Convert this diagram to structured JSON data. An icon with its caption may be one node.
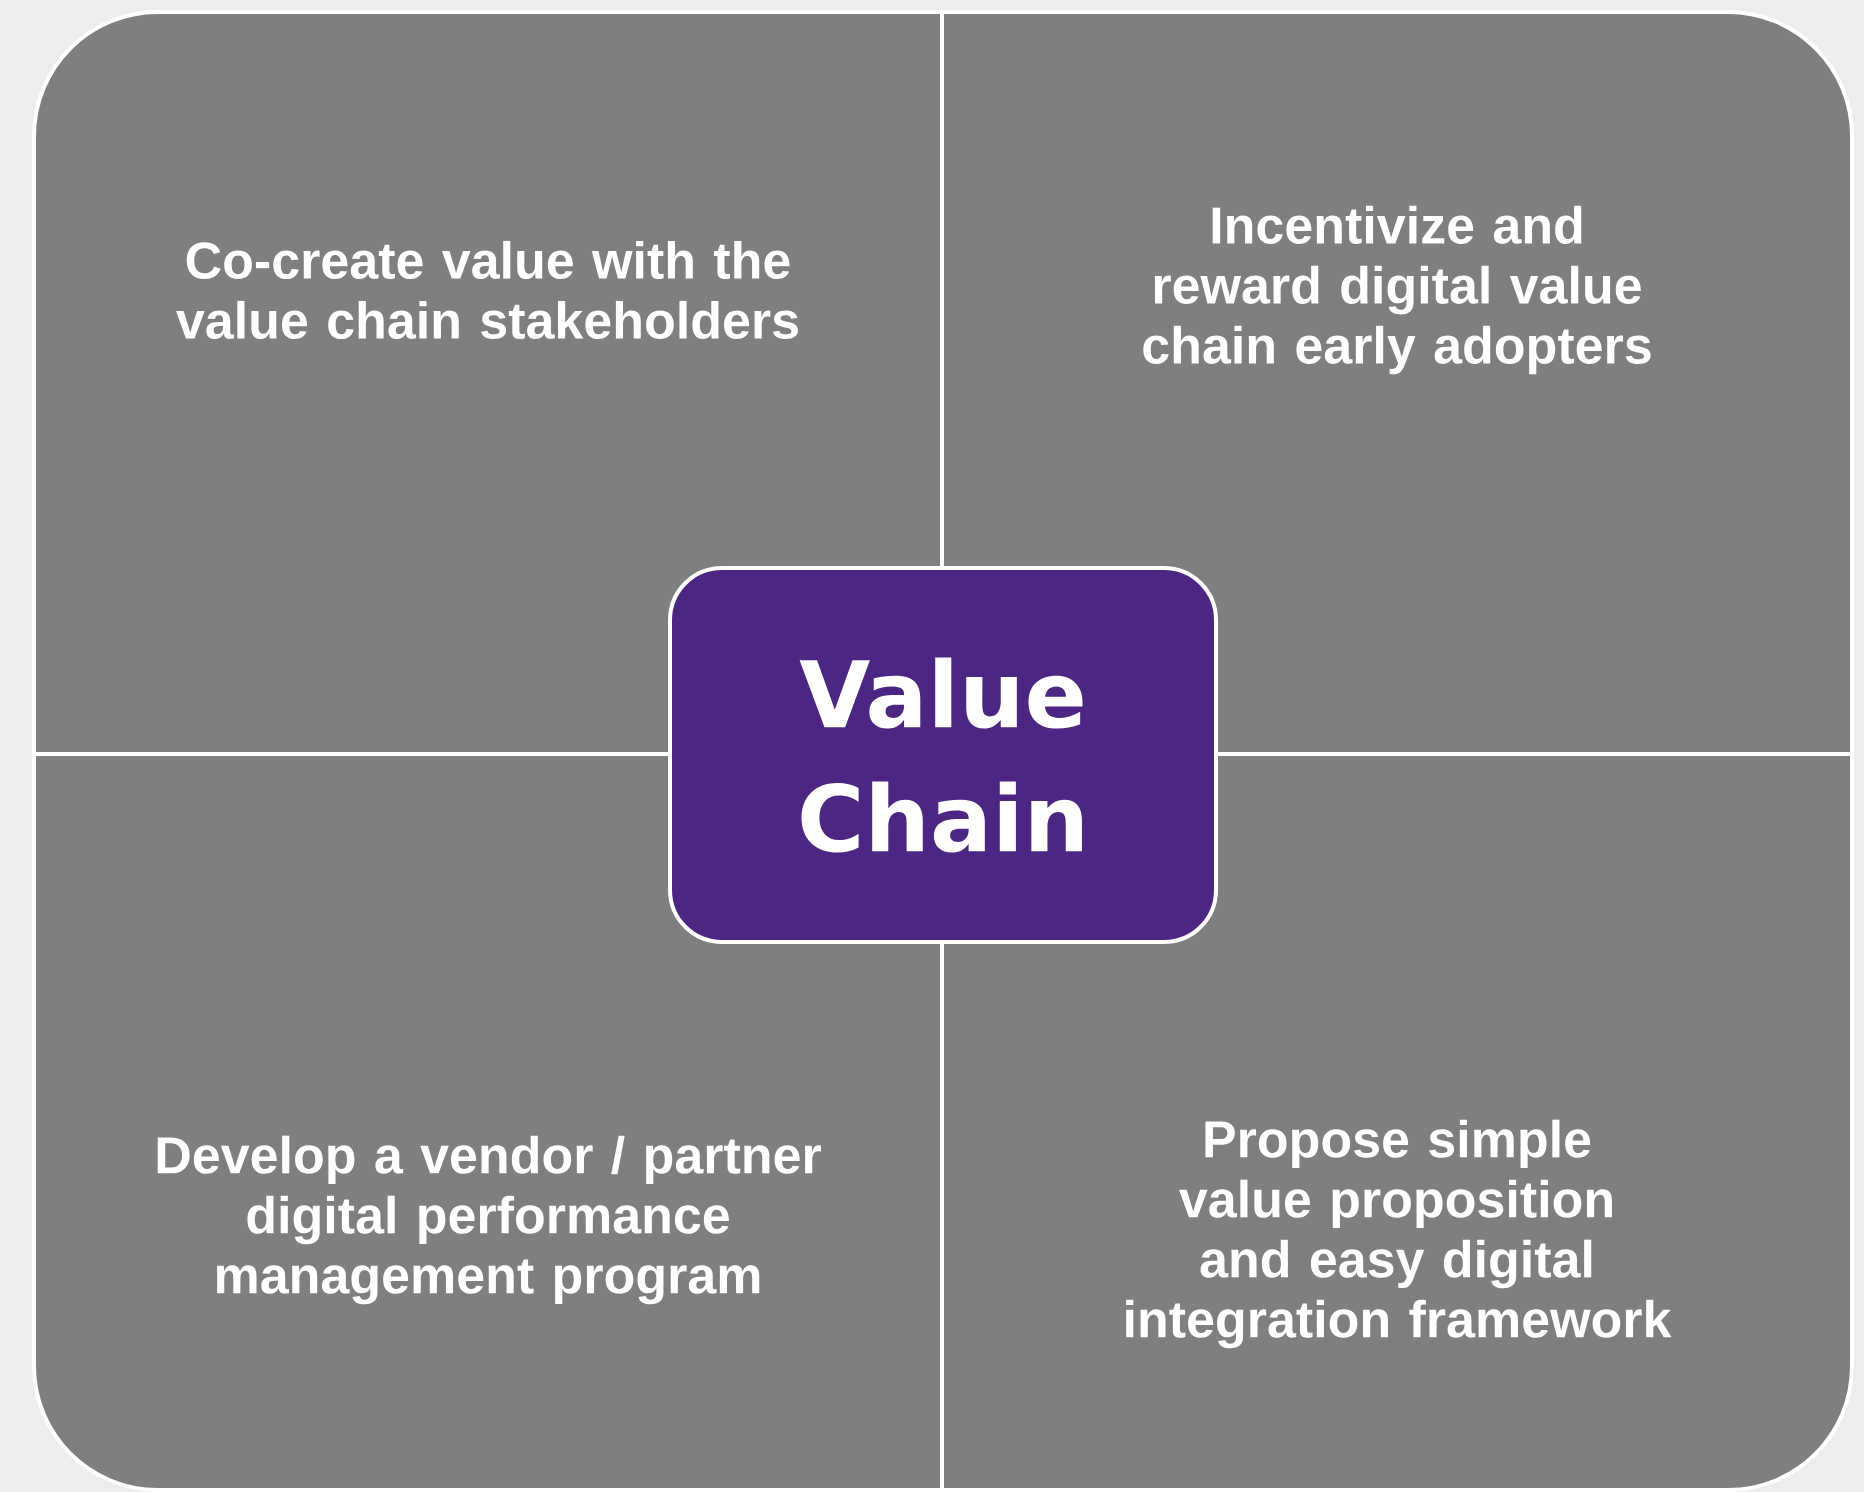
{
  "diagram": {
    "nodes": [
      {
        "text": [
          "Co-create value with the value chain stakeholders"
        ]
      },
      {
        "text": [
          "Incentivize and reward digital value chain early adopters"
        ]
      },
      {
        "text": [
          "Develop a vendor / partner digital performance management program"
        ]
      },
      {
        "text": [
          "Propose simple value proposition and easy digital integration framework"
        ]
      },
      {
        "text": [
          "Value Chain"
        ]
      }
    ]
  }
}
